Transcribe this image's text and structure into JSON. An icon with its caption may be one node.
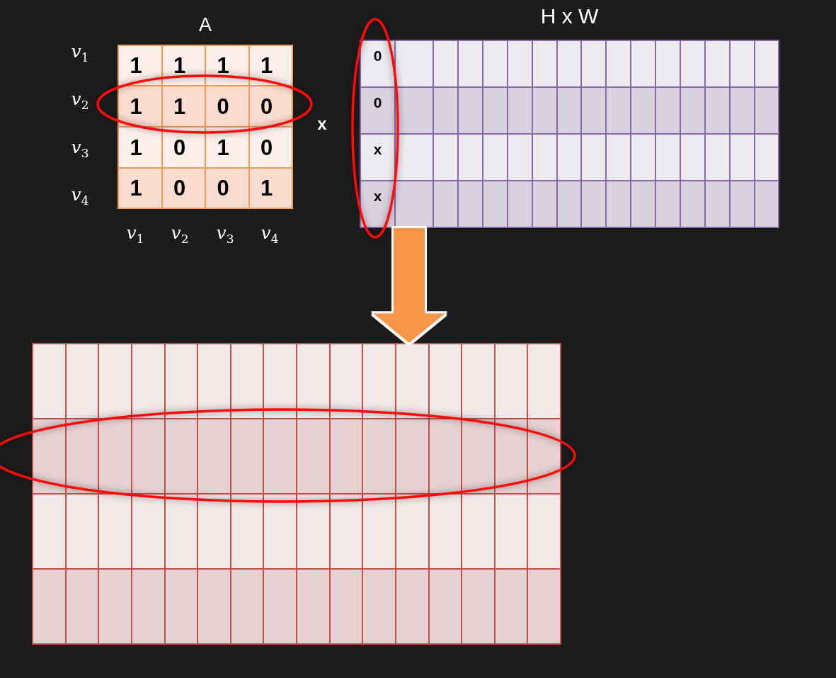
{
  "diagram": {
    "nodes": [
      {
        "text": [
          "A"
        ]
      },
      {
        "text": [
          "H x W"
        ]
      },
      {
        "text": [],
        "shape": "grid"
      }
    ],
    "edges": [
      {
        "from": 1,
        "to": 2,
        "arrow": "to",
        "color": "#f79646"
      }
    ],
    "labels": [
      "*v*$_{1}$",
      "1",
      "1",
      "1",
      "1",
      "*v*$_{2}$",
      "1",
      "1",
      "0",
      "0",
      "*v*$_{3}$",
      "1",
      "0",
      "1",
      "0",
      "*v*$_{4}$",
      "1",
      "0",
      "0",
      "1",
      "*v*$_{1}$",
      "*v*$_{2}$",
      "*v*$_{3}$",
      "*v*$_{4}$",
      "x",
      "0",
      "0",
      "x",
      "x"
    ]
  }
}
